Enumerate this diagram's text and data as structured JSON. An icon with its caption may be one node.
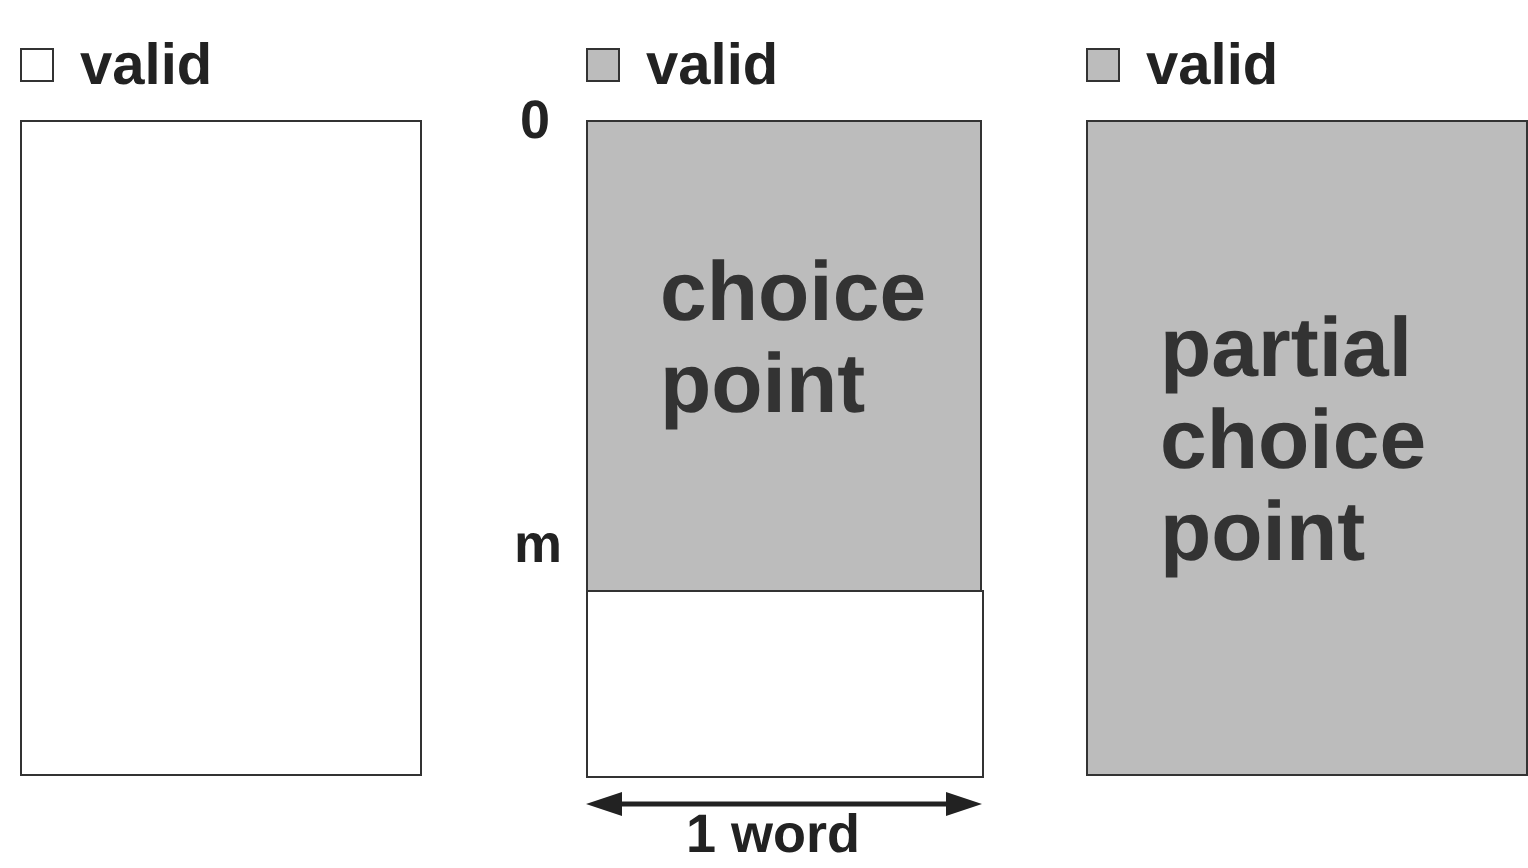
{
  "diagram": {
    "nodes": [
      {
        "text": [
          "valid"
        ]
      },
      {
        "text": [
          "valid"
        ]
      },
      {
        "text": [
          "choice point"
        ],
        "in": 1
      },
      {
        "text": [],
        "shape": "box",
        "in": 1
      },
      {
        "text": [
          "valid",
          "partial choice point"
        ]
      }
    ],
    "edges": [],
    "labels": [
      "0",
      "m",
      "1 word"
    ]
  }
}
